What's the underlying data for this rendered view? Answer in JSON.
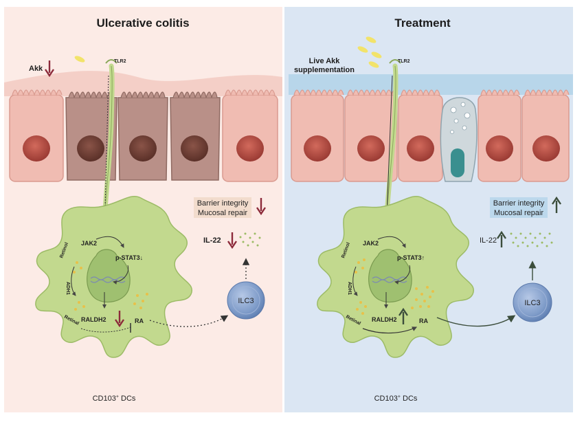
{
  "left_panel": {
    "title": "Ulcerative colitis",
    "akk_label": "Akk",
    "tlr2": "TLR2",
    "jak2": "JAK2",
    "pstat3": "p-STAT3",
    "pstat3_arrow": "↓",
    "retinol_top": "Retinol",
    "adh1": "ADH1",
    "retinal": "Retinal",
    "raldh2": "RALDH2",
    "ra": "RA",
    "il22": "IL-22",
    "ilc3": "ILC3",
    "barrier_line1": "Barrier integrity",
    "barrier_line2": "Mucosal repair",
    "caption": "CD103",
    "caption_sup": "+",
    "caption_tail": " DCs"
  },
  "right_panel": {
    "title": "Treatment",
    "supp_line1": "Live Akk",
    "supp_line2": "supplementation",
    "tlr2": "TLR2",
    "jak2": "JAK2",
    "pstat3": "p-STAT3",
    "pstat3_arrow": "↑",
    "retinol_top": "Retinol",
    "adh1": "ADH1",
    "retinal": "Retinal",
    "raldh2": "RALDH2",
    "ra": "RA",
    "il22": "IL-22",
    "ilc3": "ILC3",
    "barrier_line1": "Barrier integrity",
    "barrier_line2": "Mucosal repair",
    "caption": "CD103",
    "caption_sup": "+",
    "caption_tail": " DCs"
  },
  "colors": {
    "left_bg": "#fcebe6",
    "right_bg": "#dbe6f3",
    "down_arrow": "#8c2a3a",
    "up_arrow": "#3b4d3b",
    "cell_fill": "#f0bcb2",
    "cell_damaged": "#b99088",
    "dc_fill": "#c2d98e",
    "nucleus": "#9fc070",
    "ilc3": "#7f9cc9"
  }
}
